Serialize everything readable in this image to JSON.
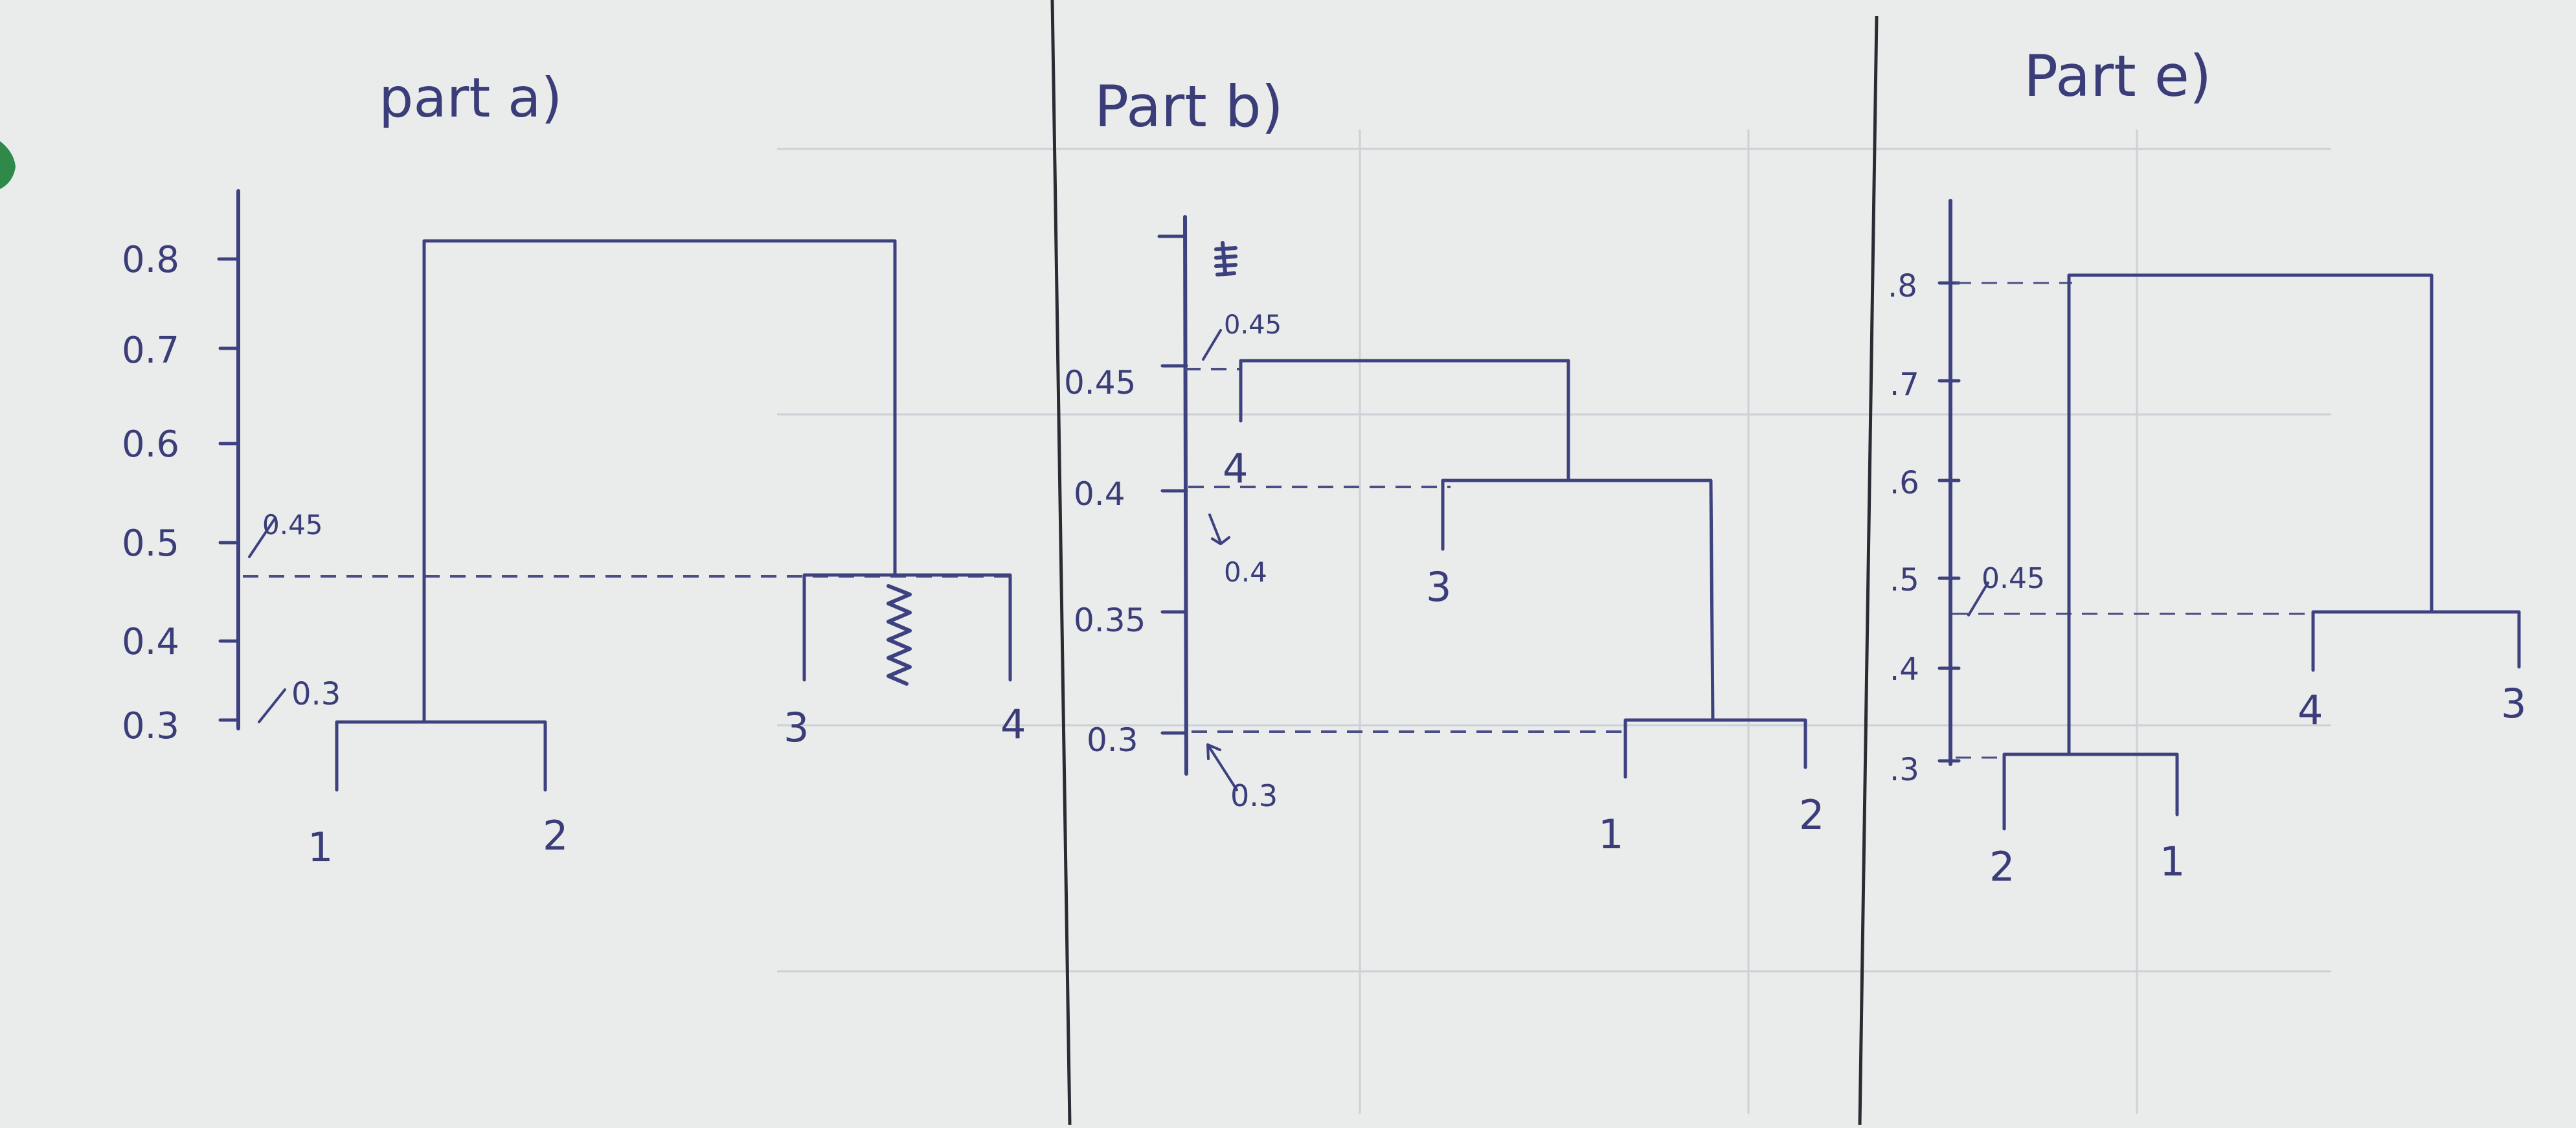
{
  "palette": {
    "paper": "#e9ecea",
    "ink": "#3e4180",
    "divider": "#2b2b33"
  },
  "panels": {
    "a": {
      "title": "part a)",
      "ticks": [
        "0.8",
        "0.7",
        "0.6",
        "0.5",
        "0.4",
        "0.3"
      ],
      "annotations": {
        "cut_045": "0.45",
        "cut_03": "0.3"
      },
      "leaves": {
        "l1": "1",
        "l2": "2",
        "l3": "3",
        "l4": "4"
      }
    },
    "b": {
      "title": "Part b)",
      "ticks": [
        "0.45",
        "0.4",
        "0.35",
        "0.3"
      ],
      "annotations": {
        "cut_045": "0.45",
        "cut_04": "0.4",
        "cut_03": "0.3"
      },
      "leaves": {
        "l4": "4",
        "l3": "3",
        "l1": "1",
        "l2": "2"
      }
    },
    "c": {
      "title": "Part e)",
      "ticks": [
        ".8",
        ".7",
        ".6",
        ".5",
        ".4",
        ".3"
      ],
      "annotations": {
        "cut_045": "0.45"
      },
      "leaves": {
        "l2": "2",
        "l1": "1",
        "l4": "4",
        "l3": "3"
      }
    }
  }
}
